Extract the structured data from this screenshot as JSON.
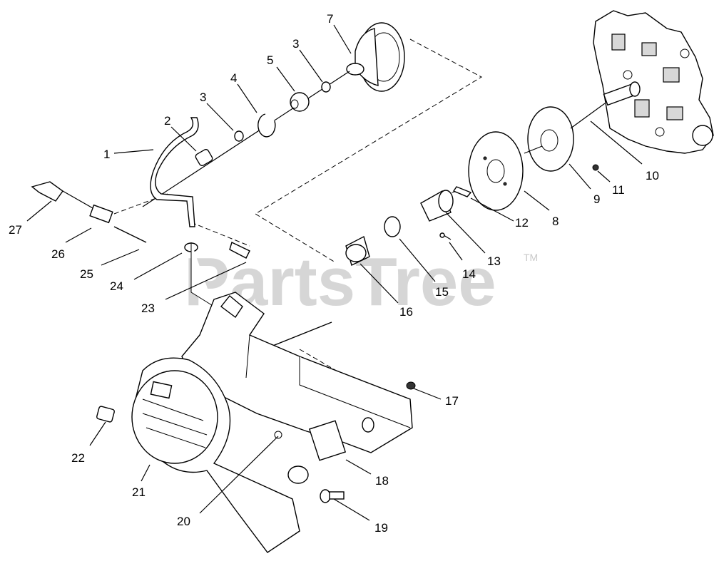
{
  "watermark": {
    "text": "PartsTree",
    "trademark": "TM"
  },
  "callouts": [
    "1",
    "2",
    "3",
    "3",
    "4",
    "5",
    "7",
    "8",
    "9",
    "10",
    "11",
    "12",
    "13",
    "14",
    "15",
    "16",
    "17",
    "18",
    "19",
    "20",
    "21",
    "22",
    "23",
    "24",
    "25",
    "26",
    "27"
  ]
}
